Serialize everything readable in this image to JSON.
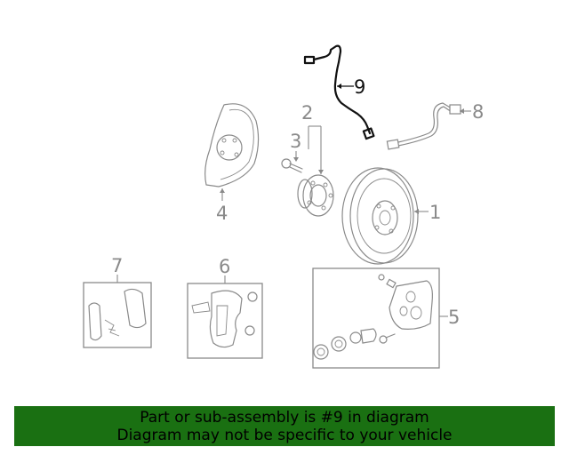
{
  "callouts": {
    "c1": "1",
    "c2": "2",
    "c3": "3",
    "c4": "4",
    "c5": "5",
    "c6": "6",
    "c7": "7",
    "c8": "8",
    "c9": "9"
  },
  "highlighted_part": "9",
  "colors": {
    "part_stroke": "#8a8a8a",
    "highlight_stroke": "#111111",
    "banner_bg": "#1a7012"
  },
  "banner": {
    "line1": "Part or sub-assembly is #9 in diagram",
    "line2": "Diagram may not be specific to your vehicle"
  }
}
